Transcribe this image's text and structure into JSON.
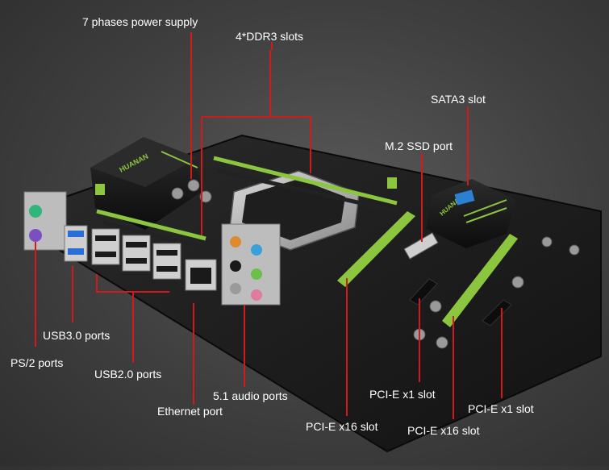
{
  "labels": {
    "power": "7 phases power supply",
    "ddr3": "4*DDR3 slots",
    "sata3": "SATA3 slot",
    "m2": "M.2 SSD port",
    "usb3": "USB3.0 ports",
    "ps2": "PS/2 ports",
    "usb2": "USB2.0 ports",
    "audio": "5.1 audio ports",
    "ethernet": "Ethernet port",
    "pcie_x1_a": "PCI-E x1 slot",
    "pcie_x1_b": "PCI-E x1 slot",
    "pcie_x16_a": "PCI-E x16 slot",
    "pcie_x16_b": "PCI-E x16 slot"
  },
  "brand_text": "HUANAN",
  "colors": {
    "background": "#3f3f3f",
    "pcb": "#1c1c1c",
    "slot_green": "#8cc63f",
    "leader_line": "#d21a1a",
    "label_text": "#ffffff",
    "heatsink": "#151515",
    "ps2_green": "#2fb67a",
    "ps2_purple": "#7b4fc0",
    "usb3_blue": "#2a6fd8",
    "sata_blue": "#2d7fd3",
    "audio_orange": "#e08a2e",
    "audio_blue": "#3aa0d8",
    "audio_green": "#6cc04a",
    "audio_pink": "#e07aa0",
    "audio_gray": "#9a9a9a",
    "audio_black": "#1a1a1a"
  }
}
